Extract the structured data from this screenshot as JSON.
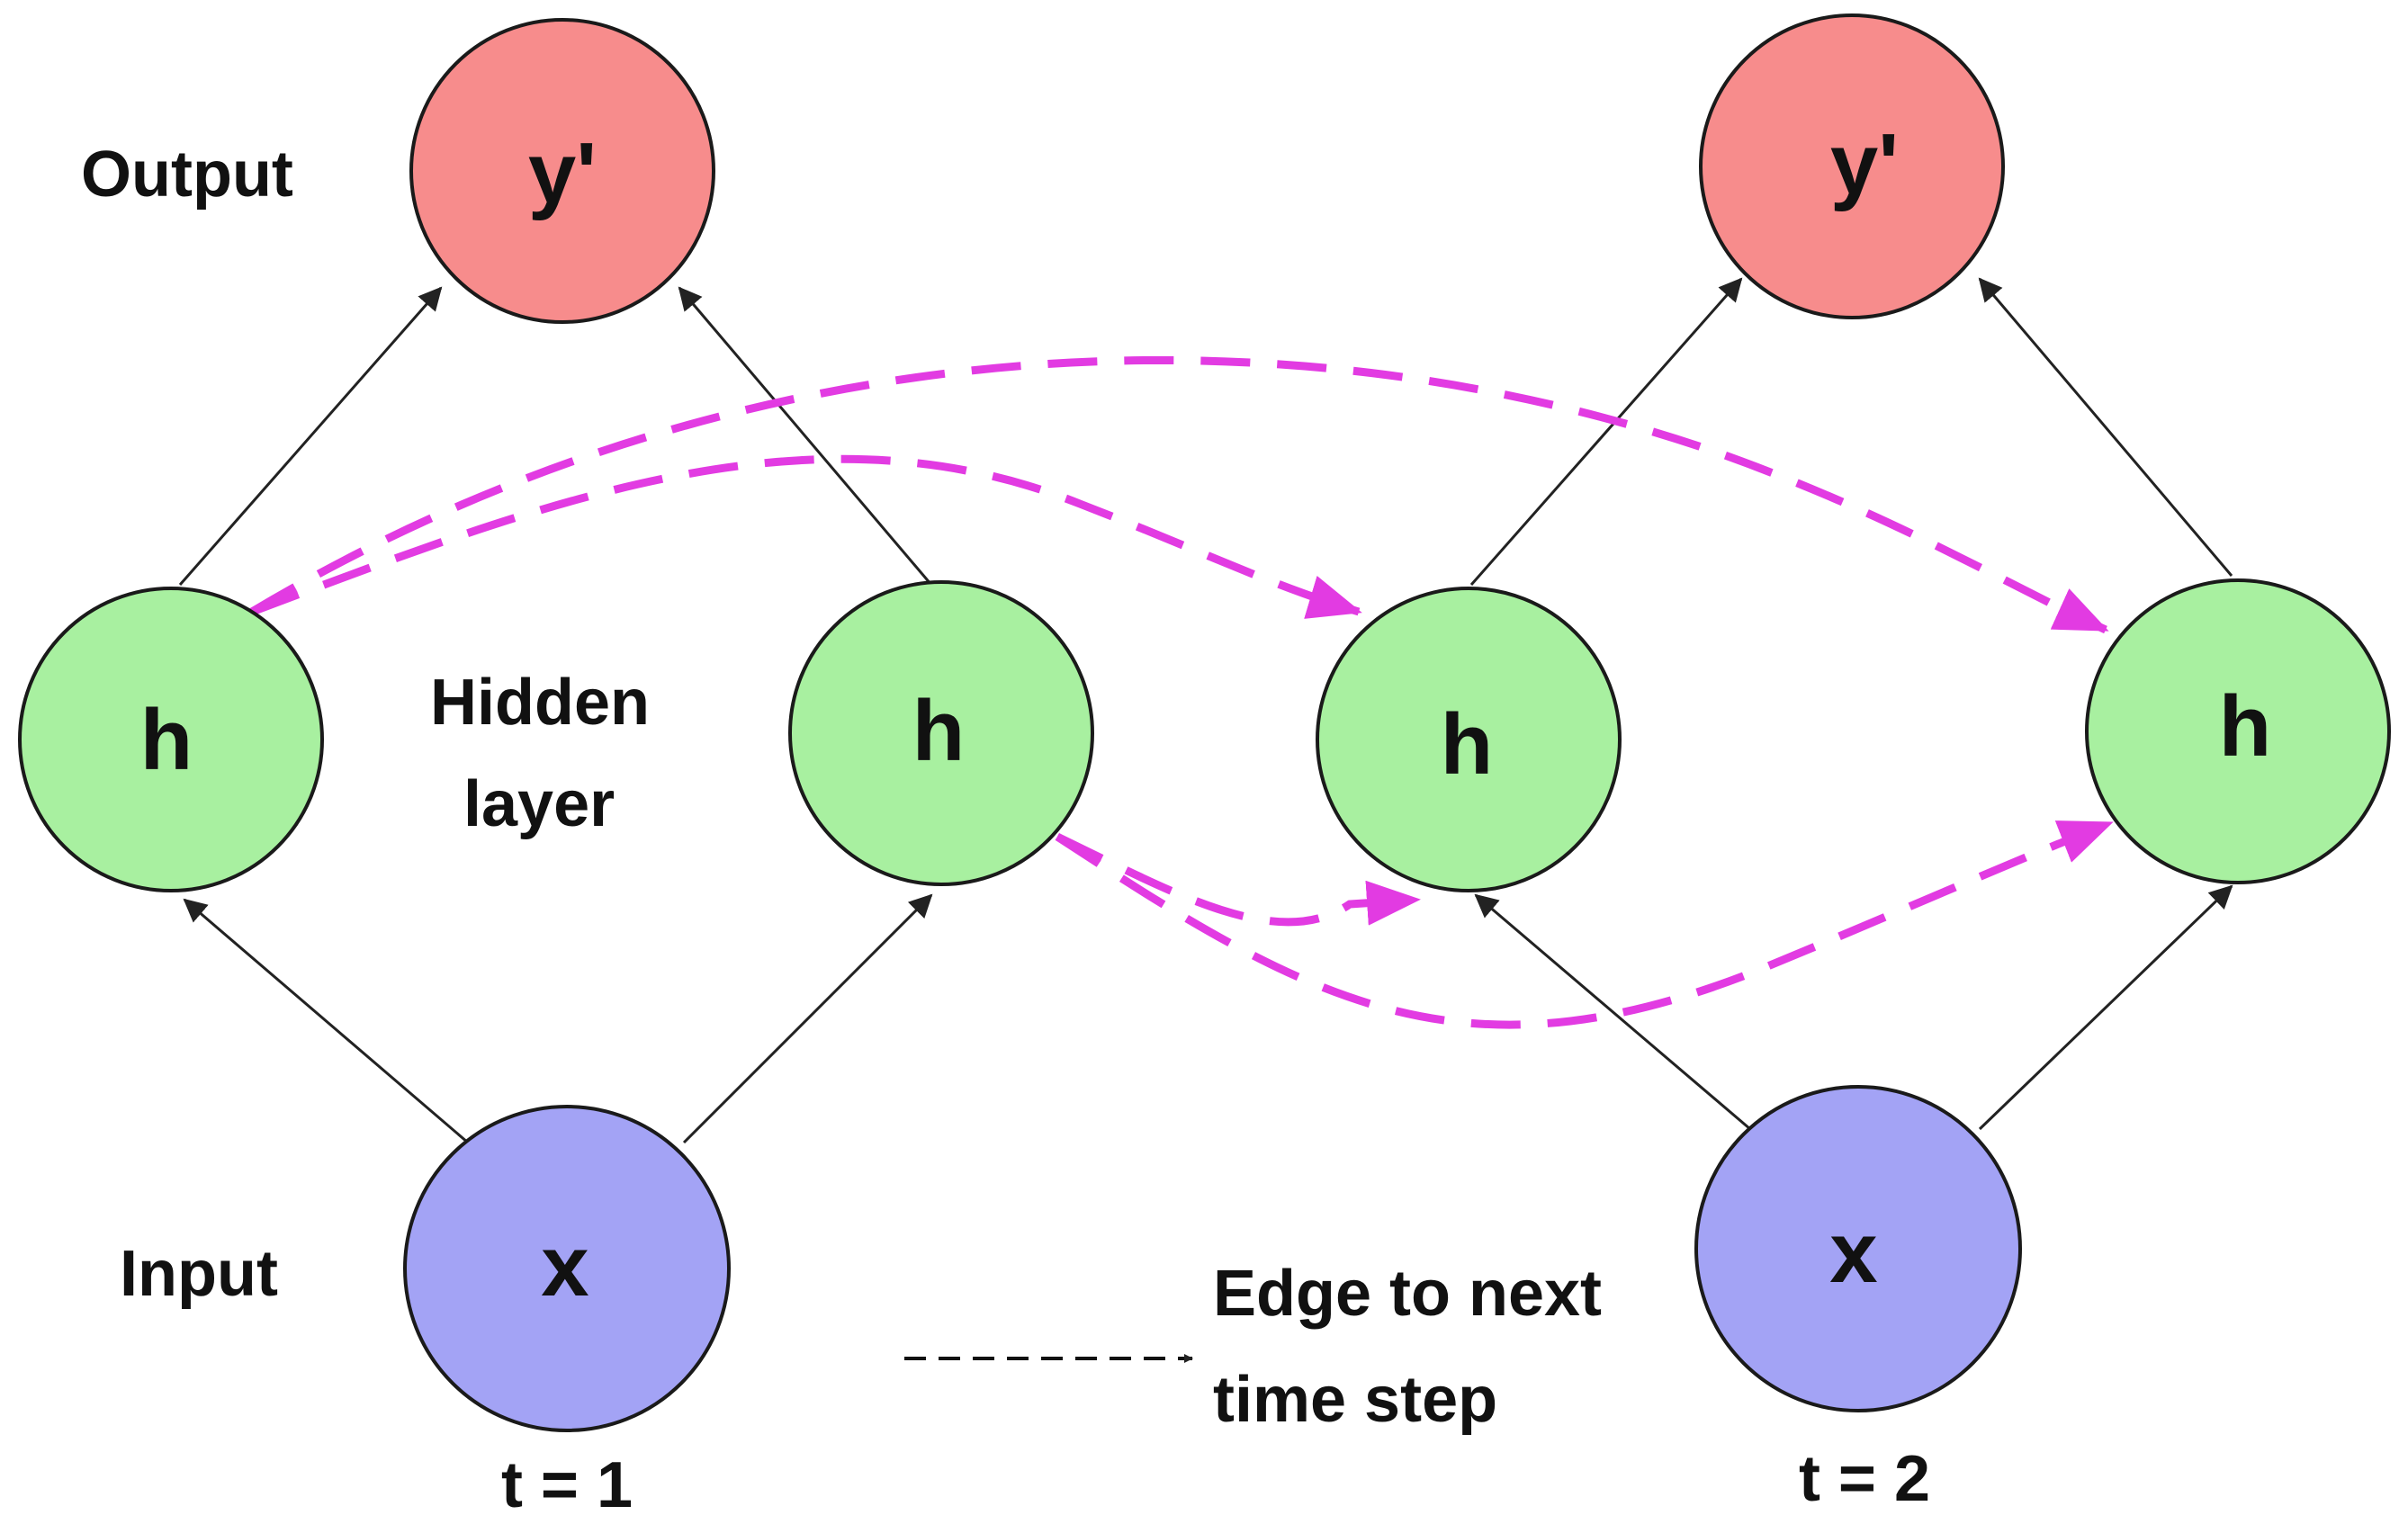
{
  "colors": {
    "output_node": "#f78c8c",
    "hidden_node": "#a8f0a0",
    "input_node": "#a3a3f5",
    "recurrent_edge": "#e23be2",
    "solid_edge": "#222222"
  },
  "labels": {
    "output": "Output",
    "hidden_line1": "Hidden",
    "hidden_line2": "layer",
    "input": "Input",
    "legend_line1": "Edge to next",
    "legend_line2": "time step"
  },
  "timesteps": [
    {
      "label": "t = 1",
      "output": "y'",
      "hidden": [
        "h",
        "h"
      ],
      "input": "x"
    },
    {
      "label": "t = 2",
      "output": "y'",
      "hidden": [
        "h",
        "h"
      ],
      "input": "x"
    }
  ]
}
